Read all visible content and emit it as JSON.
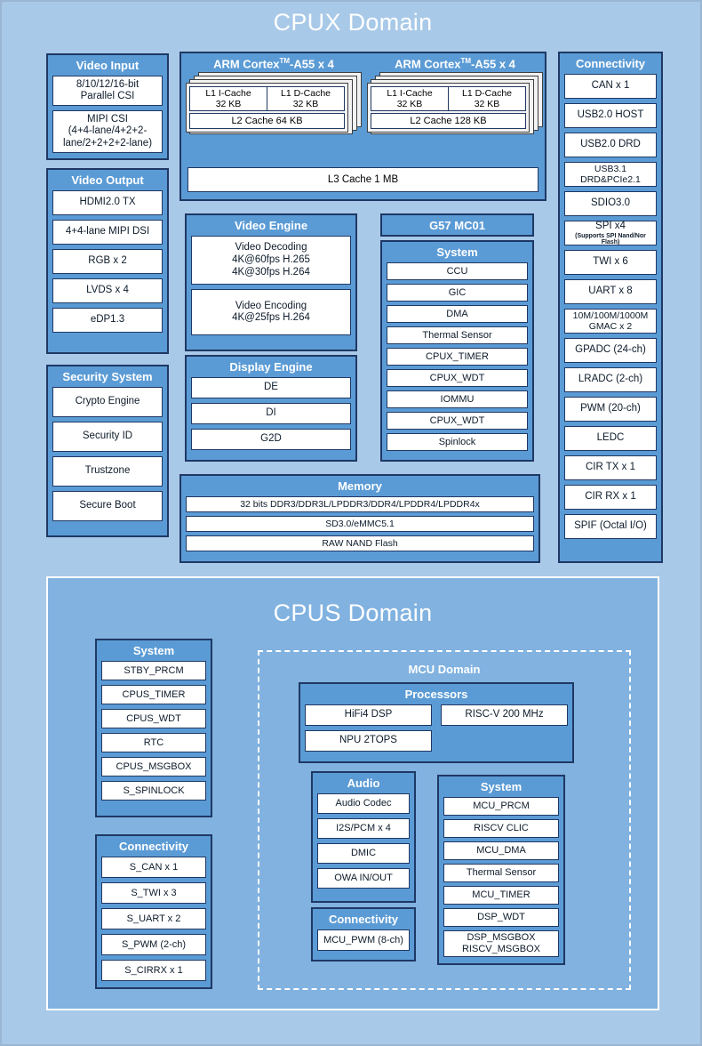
{
  "cpux": {
    "title": "CPUX Domain",
    "video_input": {
      "title": "Video Input",
      "items": [
        "8/10/12/16-bit\nParallel CSI",
        "MIPI CSI\n(4+4-lane/4+2+2-lane/2+2+2+2-lane)"
      ]
    },
    "video_output": {
      "title": "Video Output",
      "items": [
        "HDMI2.0 TX",
        "4+4-lane MIPI DSI",
        "RGB x 2",
        "LVDS x 4",
        "eDP1.3"
      ]
    },
    "security_system": {
      "title": "Security System",
      "items": [
        "Crypto Engine",
        "Security ID",
        "Trustzone",
        "Secure Boot"
      ]
    },
    "cpu_clusters": [
      {
        "title": "ARM Cortex™-A55 x 4",
        "l1i": "L1 I-Cache\n32 KB",
        "l1d": "L1 D-Cache\n32 KB",
        "l2": "L2 Cache 64 KB"
      },
      {
        "title": "ARM Cortex™-A55 x 4",
        "l1i": "L1 I-Cache\n32 KB",
        "l1d": "L1 D-Cache\n32 KB",
        "l2": "L2 Cache 128 KB"
      }
    ],
    "l3_cache": "L3 Cache 1 MB",
    "video_engine": {
      "title": "Video Engine",
      "items": [
        "Video Decoding\n4K@60fps H.265\n4K@30fps H.264",
        "Video Encoding\n4K@25fps H.264"
      ]
    },
    "display_engine": {
      "title": "Display Engine",
      "items": [
        "DE",
        "DI",
        "G2D"
      ]
    },
    "gpu": {
      "title": "G57 MC01"
    },
    "system": {
      "title": "System",
      "items": [
        "CCU",
        "GIC",
        "DMA",
        "Thermal Sensor",
        "CPUX_TIMER",
        "CPUX_WDT",
        "IOMMU",
        "CPUX_WDT",
        "Spinlock"
      ]
    },
    "memory": {
      "title": "Memory",
      "items": [
        "32 bits DDR3/DDR3L/LPDDR3/DDR4/LPDDR4/LPDDR4x",
        "SD3.0/eMMC5.1",
        "RAW NAND Flash"
      ]
    },
    "connectivity": {
      "title": "Connectivity",
      "items": [
        {
          "label": "CAN x 1"
        },
        {
          "label": "USB2.0 HOST"
        },
        {
          "label": "USB2.0 DRD"
        },
        {
          "label": "USB3.1 DRD&PCIe2.1"
        },
        {
          "label": "SDIO3.0"
        },
        {
          "label": "SPI x4",
          "sub": "(Supports SPI Nand/Nor Flash)"
        },
        {
          "label": "TWI x 6"
        },
        {
          "label": "UART x 8"
        },
        {
          "label": "10M/100M/1000M\nGMAC x 2"
        },
        {
          "label": "GPADC (24-ch)"
        },
        {
          "label": "LRADC (2-ch)"
        },
        {
          "label": "PWM (20-ch)"
        },
        {
          "label": "LEDC"
        },
        {
          "label": "CIR TX x 1"
        },
        {
          "label": "CIR RX x 1"
        },
        {
          "label": "SPIF (Octal I/O)"
        }
      ]
    }
  },
  "cpus": {
    "title": "CPUS Domain",
    "system": {
      "title": "System",
      "items": [
        "STBY_PRCM",
        "CPUS_TIMER",
        "CPUS_WDT",
        "RTC",
        "CPUS_MSGBOX",
        "S_SPINLOCK"
      ]
    },
    "connectivity": {
      "title": "Connectivity",
      "items": [
        "S_CAN x 1",
        "S_TWI x 3",
        "S_UART x 2",
        "S_PWM (2-ch)",
        "S_CIRRX x 1"
      ]
    },
    "mcu": {
      "title": "MCU Domain",
      "processors": {
        "title": "Processors",
        "left": [
          "HiFi4 DSP",
          "NPU 2TOPS"
        ],
        "right": [
          "RISC-V 200 MHz"
        ]
      },
      "audio": {
        "title": "Audio",
        "items": [
          "Audio Codec",
          "I2S/PCM x 4",
          "DMIC",
          "OWA IN/OUT"
        ]
      },
      "connectivity": {
        "title": "Connectivity",
        "items": [
          "MCU_PWM (8-ch)"
        ]
      },
      "system": {
        "title": "System",
        "items": [
          "MCU_PRCM",
          "RISCV CLIC",
          "MCU_DMA",
          "Thermal Sensor",
          "MCU_TIMER",
          "DSP_WDT",
          "DSP_MSGBOX\nRISCV_MSGBOX"
        ]
      }
    }
  },
  "colors": {
    "page_bg": "#a8c9e8",
    "group_fill": "#5b9bd5",
    "group_border": "#1f3864",
    "cell_fill": "#ffffff",
    "title_text": "#ffffff",
    "cpus_fill": "#81b2e0"
  }
}
